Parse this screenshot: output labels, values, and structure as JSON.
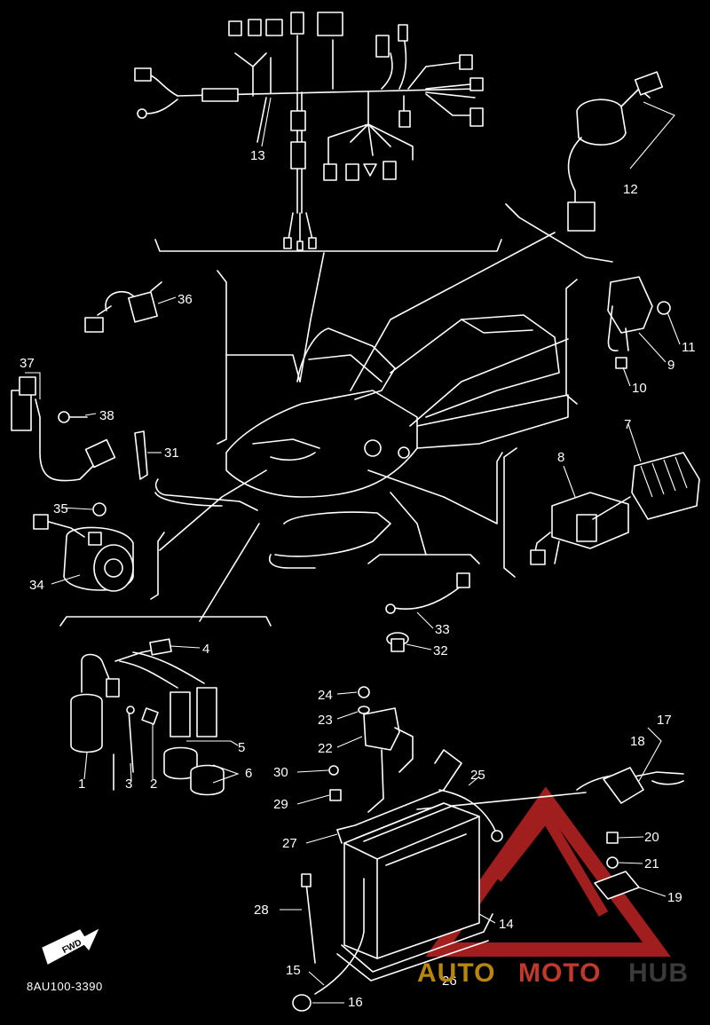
{
  "diagram": {
    "code": "8AU100-3390",
    "fwd_label": "FWD",
    "watermark": {
      "part1": "AUTO",
      "part2": "MOTO",
      "part3": "HUB",
      "colors": {
        "auto": "#b8860b",
        "moto": "#c0392b",
        "hub": "#3a3a3a",
        "logo": "#b22222"
      }
    },
    "callouts": [
      "1",
      "2",
      "3",
      "4",
      "5",
      "6",
      "7",
      "8",
      "9",
      "10",
      "11",
      "12",
      "13",
      "14",
      "15",
      "16",
      "17",
      "18",
      "19",
      "20",
      "21",
      "22",
      "23",
      "24",
      "25",
      "26",
      "27",
      "28",
      "29",
      "30",
      "31",
      "32",
      "33",
      "34",
      "35",
      "36",
      "37",
      "38"
    ]
  }
}
